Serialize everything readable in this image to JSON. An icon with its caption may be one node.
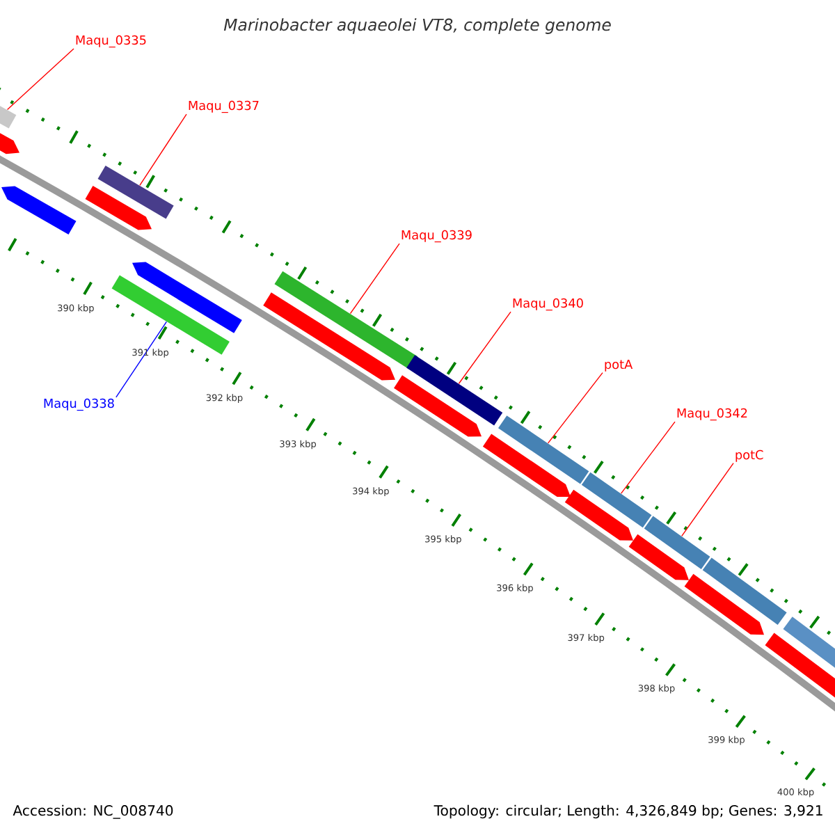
{
  "diagram": {
    "title": "Marinobacter aquaeolei VT8, complete genome",
    "nodes": [
      {
        "text": [
          "Maqu_0335"
        ]
      },
      {
        "text": [],
        "shape": "bar"
      },
      {
        "text": [],
        "shape": "arrow"
      },
      {
        "text": [],
        "shape": "arrow"
      },
      {
        "text": [
          "Maqu_0337"
        ]
      },
      {
        "text": [],
        "shape": "bar"
      },
      {
        "text": [],
        "shape": "arrow"
      },
      {
        "text": [
          "Maqu_0338"
        ]
      },
      {
        "text": [],
        "shape": "arrow"
      },
      {
        "text": [],
        "shape": "bar"
      },
      {
        "text": [
          "Maqu_0339"
        ]
      },
      {
        "text": [],
        "shape": "bar"
      },
      {
        "text": [],
        "shape": "arrow"
      },
      {
        "text": [
          "Maqu_0340"
        ]
      },
      {
        "text": [],
        "shape": "bar"
      },
      {
        "text": [],
        "shape": "arrow"
      },
      {
        "text": [
          "potA"
        ]
      },
      {
        "text": [],
        "shape": "bar"
      },
      {
        "text": [],
        "shape": "arrow"
      },
      {
        "text": [
          "Maqu_0342"
        ]
      },
      {
        "text": [],
        "shape": "bar"
      },
      {
        "text": [],
        "shape": "arrow"
      },
      {
        "text": [
          "potC"
        ]
      },
      {
        "text": [],
        "shape": "bar"
      },
      {
        "text": [],
        "shape": "arrow"
      },
      {
        "text": [],
        "shape": "bar"
      },
      {
        "text": [],
        "shape": "arrow"
      },
      {
        "text": [],
        "shape": "bar"
      },
      {
        "text": [],
        "shape": "arrow"
      }
    ],
    "edges": [
      {
        "from": 0,
        "to": 1,
        "arrow": "none"
      },
      {
        "from": 4,
        "to": 5,
        "arrow": "none"
      },
      {
        "from": 7,
        "to": 9,
        "arrow": "none",
        "color": "#0000ff"
      },
      {
        "from": 10,
        "to": 11,
        "arrow": "none"
      },
      {
        "from": 13,
        "to": 14,
        "arrow": "none"
      },
      {
        "from": 16,
        "to": 17,
        "arrow": "none"
      },
      {
        "from": 19,
        "to": 20,
        "arrow": "none"
      },
      {
        "from": 22,
        "to": 23,
        "arrow": "none"
      }
    ],
    "labels": [
      "390 kbp",
      "391 kbp",
      "392 kbp",
      "393 kbp",
      "394 kbp",
      "395 kbp",
      "396 kbp",
      "397 kbp",
      "398 kbp",
      "399 kbp",
      "400 kbp",
      "Accession: NC_008740",
      "Topology: circular; Length: 4,326,849 bp; Genes: 3,921"
    ]
  }
}
